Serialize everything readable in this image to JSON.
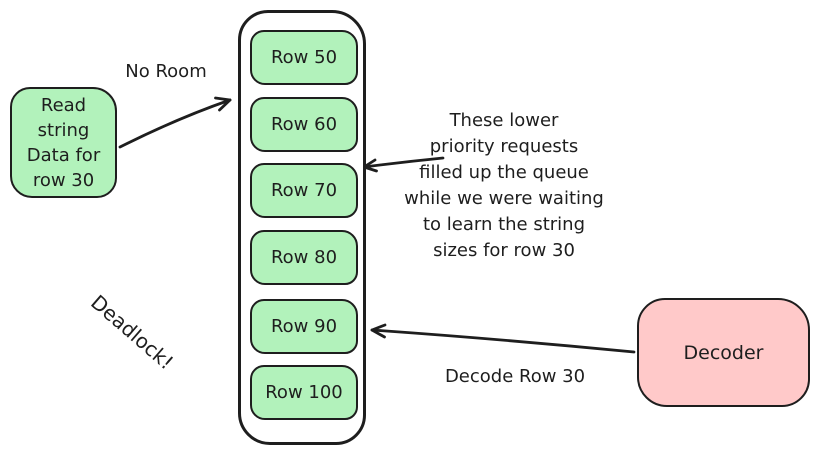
{
  "colors": {
    "queue_item_fill": "#b2f2bb",
    "decoder_fill": "#ffc9c9",
    "stroke": "#1e1e1e",
    "background": "#ffffff"
  },
  "request_box": {
    "lines": [
      "Read",
      "string",
      "Data for",
      "row 30"
    ]
  },
  "labels": {
    "no_room": "No Room",
    "decode_row": "Decode Row 30",
    "deadlock": "Deadlock!"
  },
  "queue": {
    "rows": [
      "Row 50",
      "Row 60",
      "Row 70",
      "Row 80",
      "Row 90",
      "Row 100"
    ]
  },
  "annotation": {
    "lines": [
      "These lower",
      "priority requests",
      "filled up the queue",
      "while we were waiting",
      "to learn the string",
      "sizes for row 30"
    ]
  },
  "decoder": {
    "label": "Decoder"
  }
}
